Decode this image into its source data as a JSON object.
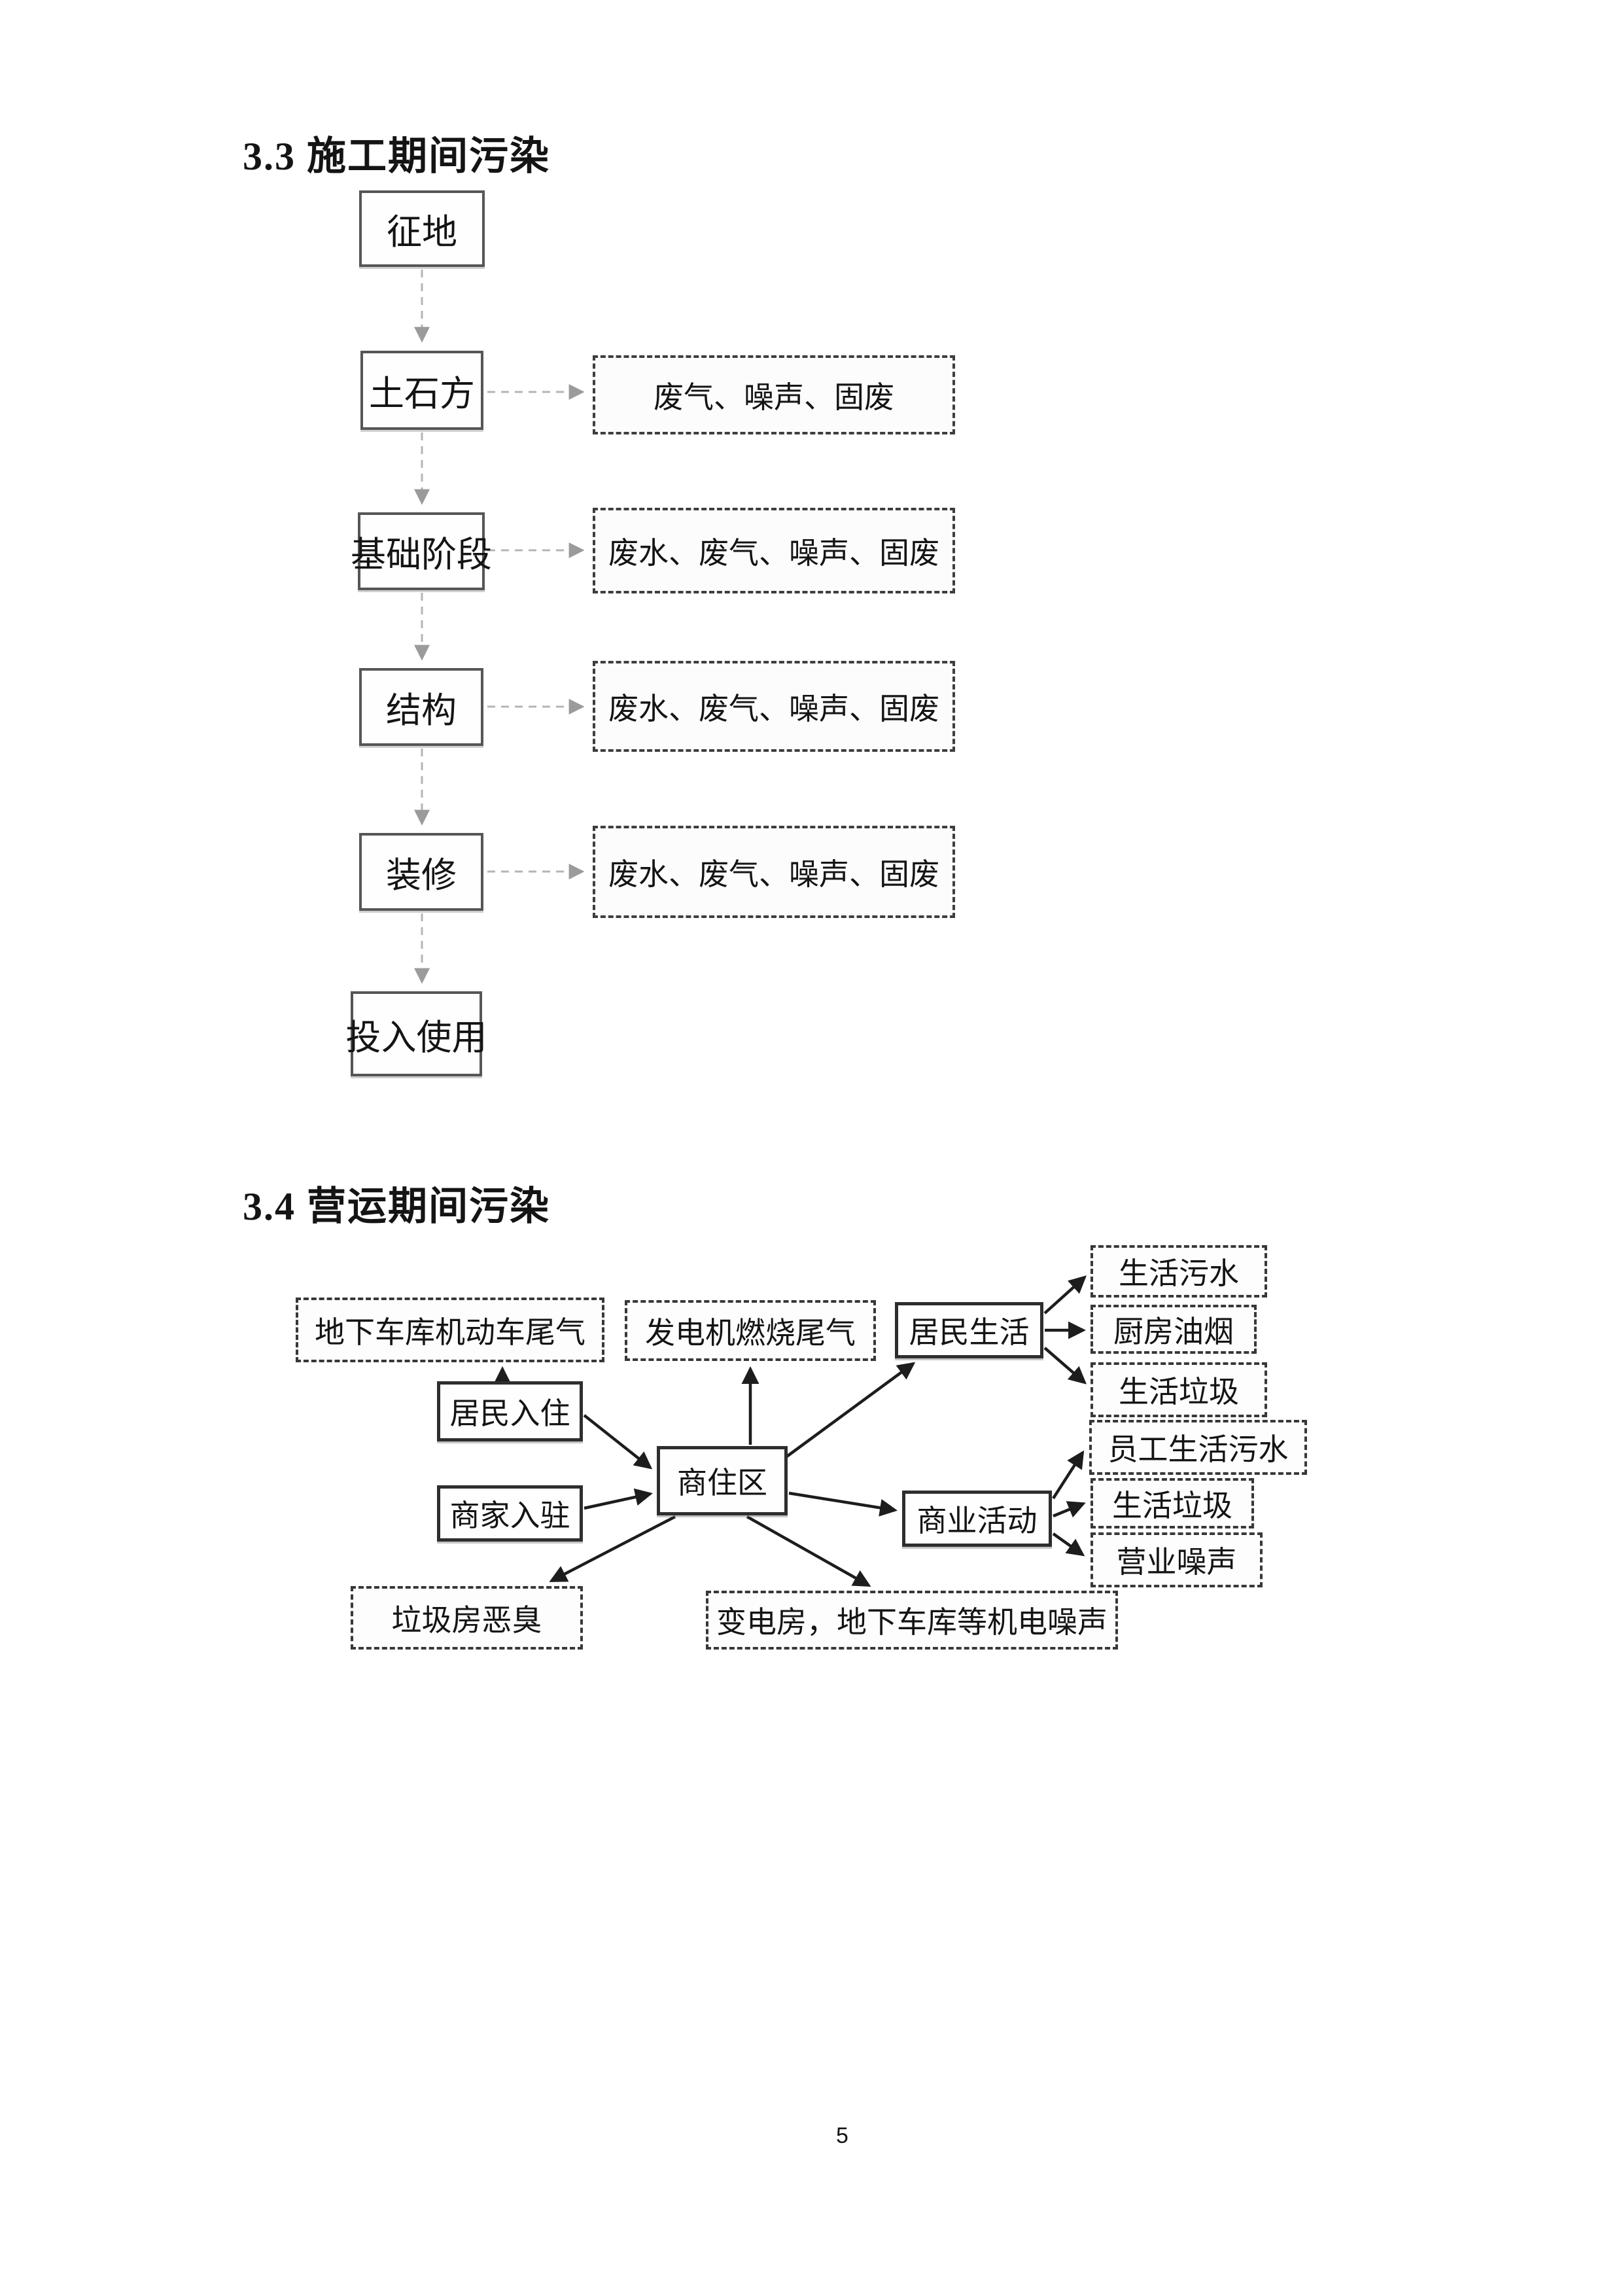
{
  "page": {
    "number": "5"
  },
  "section33": {
    "title": "3.3 施工期间污染",
    "stages": [
      "征地",
      "土石方",
      "基础阶段",
      "结构",
      "装修",
      "投入使用"
    ],
    "emissions": [
      "废气、噪声、固废",
      "废水、废气、噪声、固废",
      "废水、废气、噪声、固废",
      "废水、废气、噪声、固废"
    ]
  },
  "section34": {
    "title": "3.4 营运期间污染",
    "nodes": {
      "garage_exhaust": "地下车库机动车尾气",
      "generator_exhaust": "发电机燃烧尾气",
      "resident_life": "居民生活",
      "domestic_sewage": "生活污水",
      "kitchen_fumes": "厨房油烟",
      "domestic_garbage": "生活垃圾",
      "residents_move_in": "居民入住",
      "merchants_move_in": "商家入驻",
      "commercial_residential_area": "商住区",
      "commercial_activity": "商业活动",
      "staff_sewage": "员工生活污水",
      "business_garbage": "生活垃圾",
      "business_noise": "营业噪声",
      "garbage_room_odor": "垃圾房恶臭",
      "mech_electric_noise": "变电房，地下车库等机电噪声"
    }
  }
}
